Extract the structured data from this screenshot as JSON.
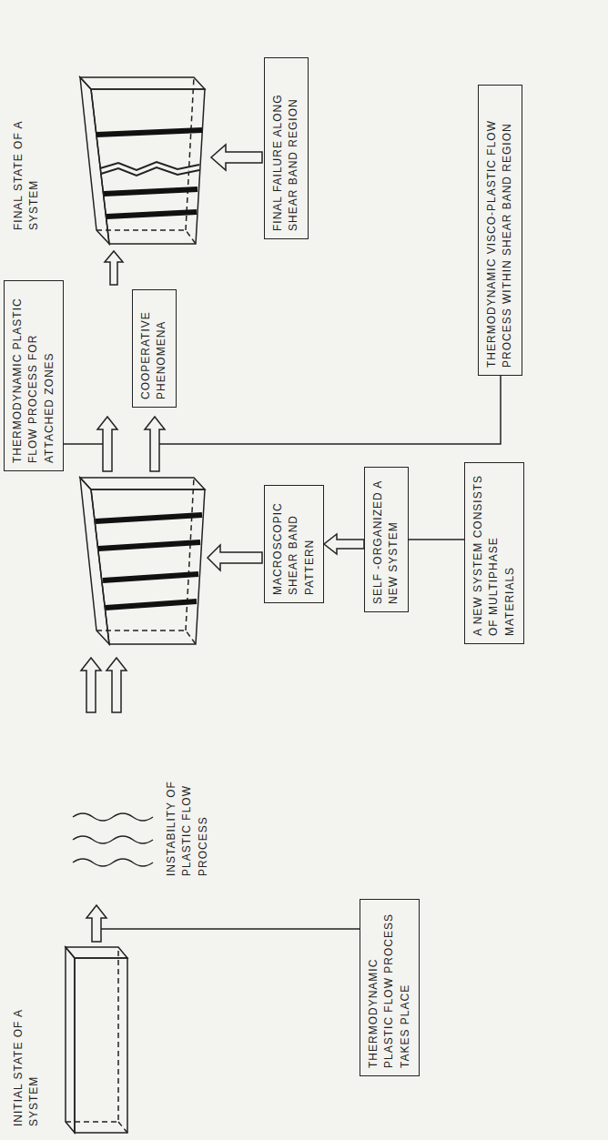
{
  "diagram": {
    "nodes": [
      {
        "text": [
          "THERMODYNAMIC PLASTIC FLOW PROCESS TAKES PLACE"
        ]
      },
      {
        "text": [
          "MACROSCOPIC SHEAR BAND PATTERN"
        ]
      },
      {
        "text": [
          "SELF -ORGANIZED A NEW SYSTEM"
        ]
      },
      {
        "text": [
          "A NEW SYSTEM CONSISTS OF MULTIPHASE MATERIALS"
        ]
      },
      {
        "text": [
          "THERMODYNAMIC PLASTIC FLOW PROCESS FOR ATTACHED ZONES"
        ]
      },
      {
        "text": [
          "COOPERATIVE PHENOMENA"
        ]
      },
      {
        "text": [
          "THERMODYNAMIC VISCO-PLASTIC FLOW PROCESS WITHIN SHEAR BAND REGION"
        ]
      },
      {
        "text": [
          "FINAL FAILURE ALONG SHEAR BAND REGION"
        ]
      }
    ],
    "edges": [
      {
        "from": 2,
        "to": 1,
        "arrow": "to"
      },
      {
        "from": 3,
        "to": 2,
        "arrow": "none"
      }
    ],
    "labels": [
      "INITIAL STATE OF A SYSTEM",
      "INSTABILITY OF PLASTIC FLOW PROCESS",
      "FINAL STATE OF A SYSTEM"
    ]
  }
}
